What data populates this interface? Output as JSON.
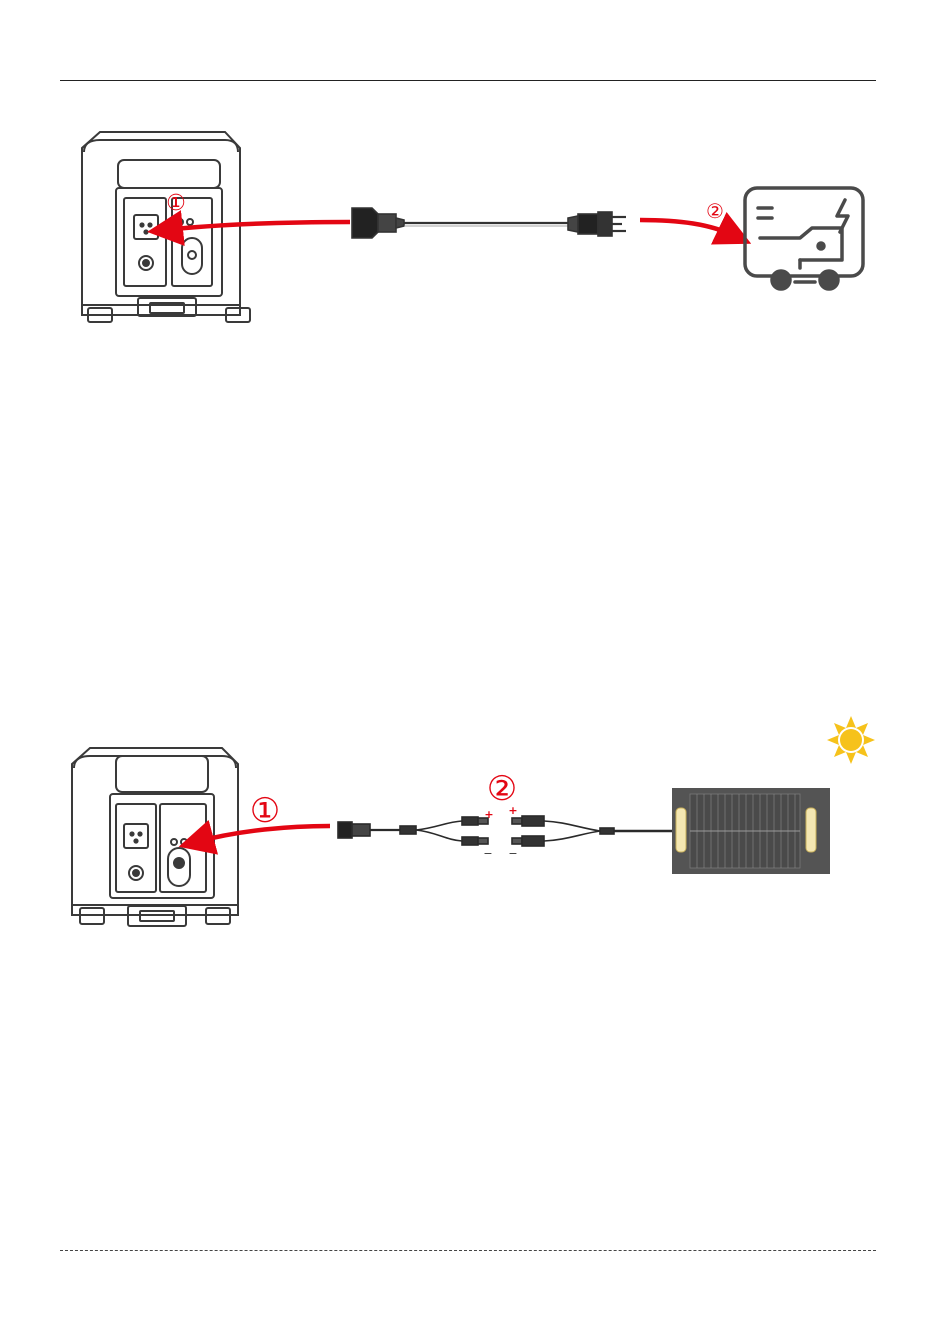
{
  "colors": {
    "accent_red": "#e30613",
    "line": "#3a3a3a",
    "panel": "#545454",
    "sun": "#f6c21b"
  },
  "icons": [
    "power-station-icon",
    "ac-charging-cable-icon",
    "generator-icon",
    "solar-charging-cable-icon",
    "solar-panel-icon",
    "sun-icon"
  ],
  "ac_diagram": {
    "step1": "①",
    "step2": "②"
  },
  "solar_diagram": {
    "step1": "①",
    "step2": "②",
    "plus_left": "+",
    "plus_right": "+",
    "minus_left": "−",
    "minus_right": "−"
  }
}
